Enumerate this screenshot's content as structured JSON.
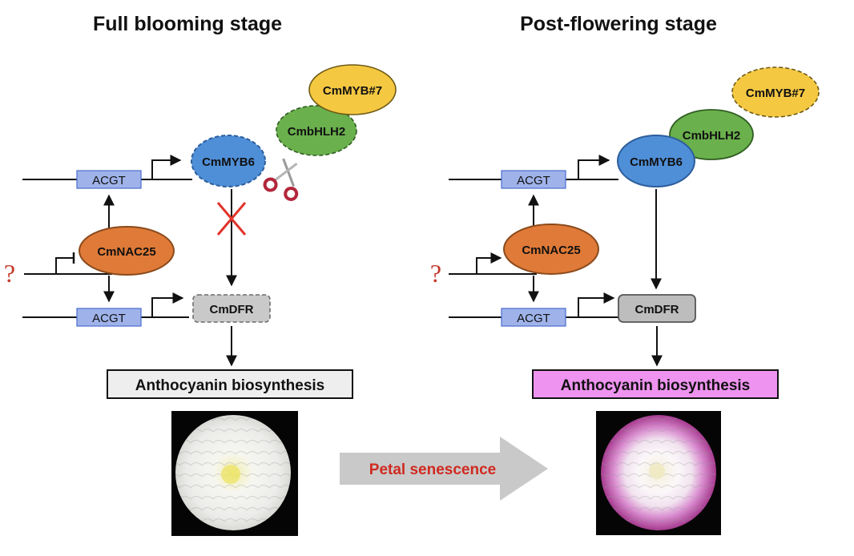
{
  "colors": {
    "acgt_fill": "#9fb3ea",
    "myb6_fill": "#4f8fd8",
    "nac25_fill": "#e07a38",
    "bhlh2_fill": "#6ab04c",
    "myb7_fill": "#f5c842",
    "dfr_fill": "#bdbdbd",
    "anthocyanin_left_fill": "#eeeeee",
    "anthocyanin_right_fill": "#ee93ef",
    "inhibit_cross": "#e0332a",
    "petal_arrow": "#c9c9c9",
    "petal_text": "#d02a20"
  },
  "left_panel": {
    "title": "Full blooming stage",
    "acgt_upper": "ACGT",
    "acgt_lower": "ACGT",
    "myb6": "CmMYB6",
    "nac25": "CmNAC25",
    "bhlh2": "CmbHLH2",
    "myb7": "CmMYB#7",
    "dfr": "CmDFR",
    "question_mark": "?",
    "anthocyanin": "Anthocyanin biosynthesis",
    "flower": "white-chrysanthemum-photo",
    "scissors": "scissors-icon",
    "inhibition": "cross-icon"
  },
  "right_panel": {
    "title": "Post-flowering stage",
    "acgt_upper": "ACGT",
    "acgt_lower": "ACGT",
    "myb6": "CmMYB6",
    "nac25": "CmNAC25",
    "bhlh2": "CmbHLH2",
    "myb7": "CmMYB#7",
    "dfr": "CmDFR",
    "question_mark": "?",
    "anthocyanin": "Anthocyanin biosynthesis",
    "flower": "pink-edged-chrysanthemum-photo"
  },
  "transition": {
    "label": "Petal senescence"
  }
}
